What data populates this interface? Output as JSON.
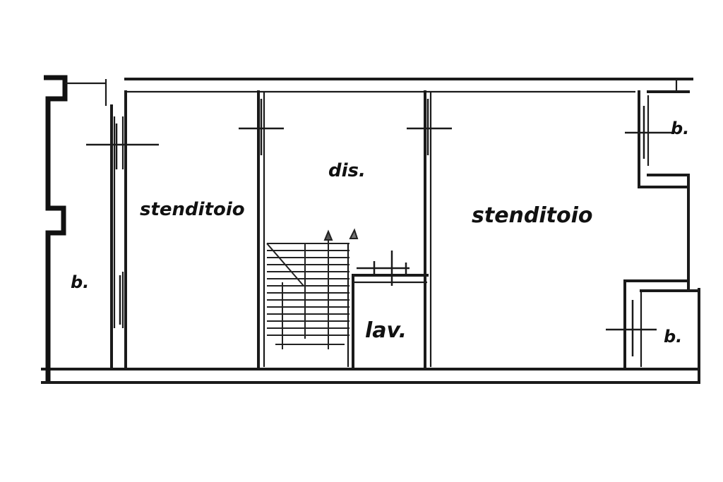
{
  "rooms": {
    "left_bath": "b.",
    "stenditoio_left": "stenditoio",
    "disimpegno": "dis.",
    "lavanderia": "lav.",
    "stenditoio_right": "stenditoio",
    "bath_top_right": "b.",
    "bath_bottom_right": "b."
  }
}
